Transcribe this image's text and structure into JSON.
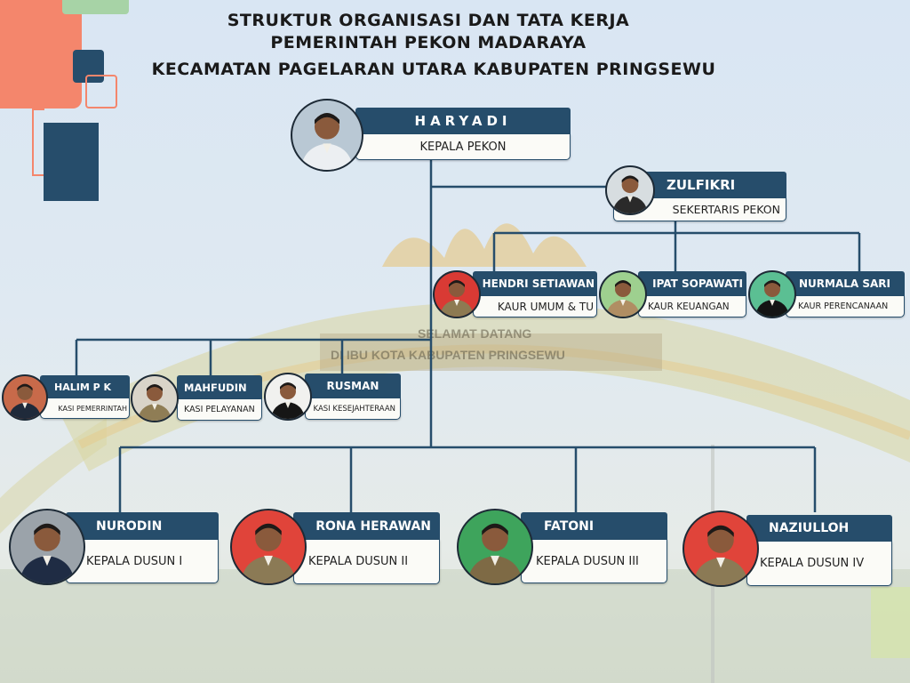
{
  "title": {
    "line1": "STRUKTUR ORGANISASI DAN TATA KERJA",
    "line2": "PEMERINTAH PEKON MADARAYA",
    "line3": "KECAMATAN PAGELARAN UTARA KABUPATEN PRINGSEWU"
  },
  "background_sign": {
    "line1": "SELAMAT DATANG",
    "line2": "DI IBU KOTA KABUPATEN PRINGSEWU"
  },
  "colors": {
    "bar": "#264d6b",
    "sub_bg": "#fbfbf7",
    "accent_salmon": "#f4866c",
    "accent_green": "#a7d3a6"
  },
  "nodes": {
    "kepala": {
      "name": "HARYADI",
      "role": "KEPALA PEKON"
    },
    "sekdes": {
      "name": "ZULFIKRI",
      "role": "SEKERTARIS PEKON"
    },
    "kaur_umum": {
      "name": "HENDRI SETIAWAN",
      "role": "KAUR UMUM & TU"
    },
    "kaur_keuangan": {
      "name": "IPAT SOPAWATI",
      "role": "KAUR KEUANGAN"
    },
    "kaur_perencanaan": {
      "name": "NURMALA SARI",
      "role": "KAUR PERENCANAAN"
    },
    "kasi_pemerintah": {
      "name": "HALIM P K",
      "role": "KASI PEMERRINTAH"
    },
    "kasi_pelayanan": {
      "name": "MAHFUDIN",
      "role": "KASI PELAYANAN"
    },
    "kasi_kesejahteraan": {
      "name": "RUSMAN",
      "role": "KASI KESEJAHTERAAN"
    },
    "dusun1": {
      "name": "NURODIN",
      "role": "KEPALA DUSUN I"
    },
    "dusun2": {
      "name": "RONA HERAWAN",
      "role": "KEPALA DUSUN II"
    },
    "dusun3": {
      "name": "FATONI",
      "role": "KEPALA DUSUN III"
    },
    "dusun4": {
      "name": "NAZIULLOH",
      "role": "KEPALA DUSUN IV"
    }
  },
  "icons": {
    "avatar": "person-photo-icon"
  }
}
